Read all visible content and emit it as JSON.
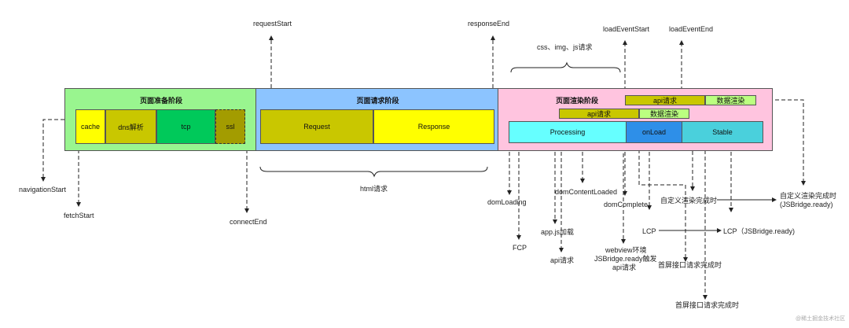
{
  "phases": {
    "prep": {
      "title": "页面准备阶段",
      "items": [
        "cache",
        "dns解析",
        "tcp",
        "ssl"
      ]
    },
    "request": {
      "title": "页面请求阶段",
      "items": [
        "Request",
        "Response"
      ]
    },
    "render": {
      "title": "页面渲染阶段",
      "items": [
        "Processing",
        "onLoad",
        "Stable"
      ]
    }
  },
  "render_bars": {
    "api_1": "api请求",
    "data_1": "数据渲染",
    "api_2": "api请求",
    "data_2": "数据渲染"
  },
  "top_labels": {
    "request_start": "requestStart",
    "response_end": "responseEnd",
    "load_event_start": "loadEventStart",
    "load_event_end": "loadEventEnd",
    "resources": "css、img、js请求"
  },
  "bottom_labels": {
    "navigation_start": "navigationStart",
    "fetch_start": "fetchStart",
    "connect_end": "connectEnd",
    "html_request": "html请求",
    "dom_loading": "domLoading",
    "fcp": "FCP",
    "app_js": "app.js加载",
    "api_request": "api请求",
    "dom_content_loaded": "domContentLoaded",
    "dom_complete": "domComplete",
    "webview_1": "webview环境",
    "webview_2": "JSBridge.ready触发",
    "webview_3": "api请求",
    "lcp": "LCP",
    "lcp_bridge": "LCP（JSBridge.ready)",
    "custom_render": "自定义渲染完成时",
    "custom_render_bridge_1": "自定义渲染完成时",
    "custom_render_bridge_2": "(JSBridge.ready)",
    "first_screen_1": "首屏接口请求完成时",
    "first_screen_2": "首屏接口请求完成时"
  },
  "watermark": "@稀土掘金技术社区",
  "colors": {
    "prep_bg": "#99f58f",
    "request_bg": "#8cc4ff",
    "render_bg": "#ffc4df",
    "yellow": "#ffff00",
    "olive": "#c9c700",
    "green": "#00c95a",
    "dark_olive": "#a39c00",
    "cyan": "#66ffff",
    "blue": "#2e8fe8",
    "teal": "#4ad0dc",
    "light_green": "#bbff80"
  }
}
